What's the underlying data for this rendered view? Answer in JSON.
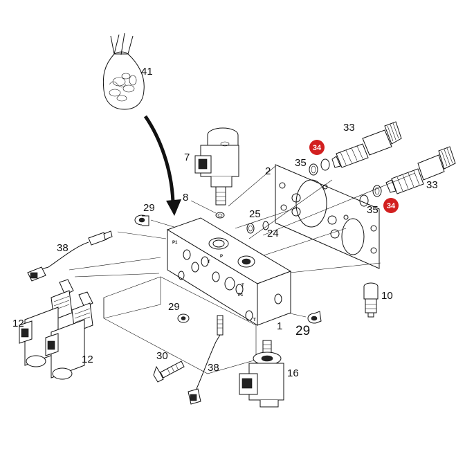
{
  "callouts": {
    "p41": "41",
    "p7": "7",
    "p33a": "33",
    "p33b": "33",
    "p34a": "34",
    "p34b": "34",
    "p35a": "35",
    "p35b": "35",
    "p2": "2",
    "p29a": "29",
    "p8": "8",
    "p25": "25",
    "p24": "24",
    "p38a": "38",
    "p10": "10",
    "p29b": "29",
    "p29c": "29",
    "p1": "1",
    "p12a": "12",
    "p12b": "12",
    "p30": "30",
    "p38b": "38",
    "p16": "16"
  },
  "port_marks": {
    "m1": "P1",
    "m2": "T",
    "m3": "P1",
    "m4": "T",
    "m5": "P",
    "m6": "T"
  },
  "colors": {
    "badge": "#d21f1f",
    "line": "#111111",
    "background": "#ffffff"
  }
}
